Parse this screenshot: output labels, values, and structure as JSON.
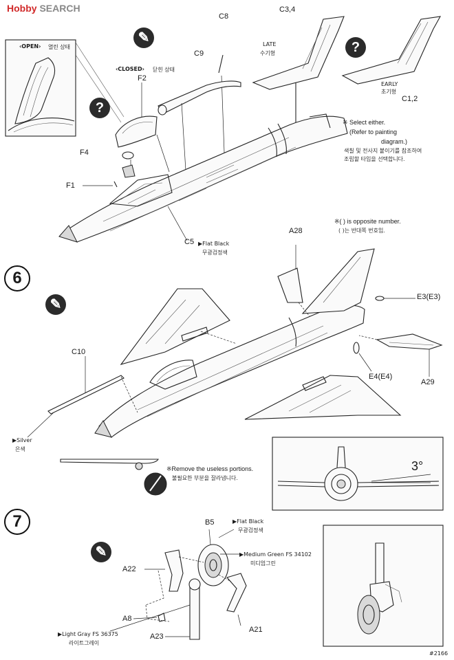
{
  "watermark": {
    "part1": "Hobby",
    "part2": "SEARCH"
  },
  "steps": {
    "six": "6",
    "seven": "7"
  },
  "help_symbol": "?",
  "labels": {
    "c8": "C8",
    "c34": "C3,4",
    "late": "LATE",
    "late_kr": "수기형",
    "early": "EARLY",
    "early_kr": "초기형",
    "c12": "C1,2",
    "c9": "C9",
    "open": "OPEN",
    "open_kr": "열린 상태",
    "closed": "CLOSED",
    "closed_kr": "닫힌 상태",
    "f2": "F2",
    "f4": "F4",
    "f1": "F1",
    "c5": "C5",
    "flat_black": "Flat Black",
    "flat_black_kr": "무광검정색",
    "a28": "A28",
    "e33": "E3(E3)",
    "e44": "E4(E4)",
    "a29": "A29",
    "c10": "C10",
    "silver": "Silver",
    "silver_kr": "은색",
    "angle": "3°",
    "b5": "B5",
    "flat_black2": "Flat Black",
    "flat_black2_kr": "무광검정색",
    "medium_green": "Medium Green FS 34102",
    "medium_green_kr": "미디엄그린",
    "a22": "A22",
    "a8": "A8",
    "a23": "A23",
    "a21": "A21",
    "light_gray": "Light Gray FS 36375",
    "light_gray_kr": "라이트그레이",
    "page_code": "#2166"
  },
  "notes": {
    "select_l1": "※ Select either.",
    "select_l2": "(Refer to painting",
    "select_l3": "diagram.)",
    "select_kr1": "색칠 및 전사지 붙이기를 참조하여",
    "select_kr2": "조립할 타입을 선택합니다.",
    "opposite": "※( ) is opposite number.",
    "opposite_kr": "( )는 반대쪽 번호임.",
    "remove": "※Remove the useless portions.",
    "remove_kr": "불필요한 부분을 잘라냅니다."
  }
}
